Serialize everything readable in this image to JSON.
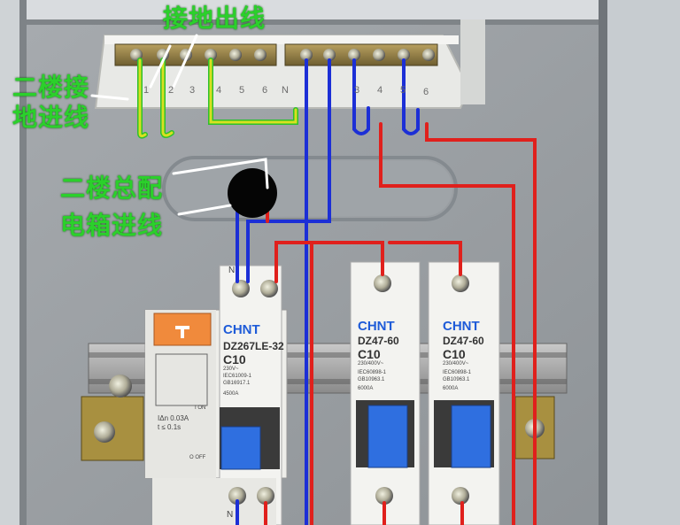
{
  "annotations": {
    "ground_out": "接地出线",
    "second_floor_ground_in_line1": "二楼接",
    "second_floor_ground_in_line2": "地进线",
    "second_floor_panel_in_line1": "二楼总配",
    "second_floor_panel_in_line2": "电箱进线"
  },
  "terminal_bar": {
    "left_numbers": [
      "1",
      "2",
      "3",
      "4",
      "5",
      "6",
      "N"
    ],
    "right_numbers": [
      "3",
      "4",
      "5",
      "6"
    ]
  },
  "breakers": [
    {
      "brand": "CHNT",
      "model": "DZ267LE-32",
      "rating": "C10",
      "specs": [
        "230V~",
        "IEC61009-1",
        "GB16917.1",
        "4500A"
      ],
      "leak_specs": [
        "IΔn 0.03A",
        "t ≤ 0.1s"
      ],
      "switch_text": [
        "I ON",
        "O OFF"
      ],
      "terminal_labels": [
        "N",
        "N"
      ]
    },
    {
      "brand": "CHNT",
      "model": "DZ47-60",
      "rating": "C10",
      "specs": [
        "230/400V~",
        "IEC60898-1",
        "GB10963.1",
        "6000A"
      ]
    },
    {
      "brand": "CHNT",
      "model": "DZ47-60",
      "rating": "C10",
      "specs": [
        "230/400V~",
        "IEC60898-1",
        "GB10963.1",
        "6000A"
      ]
    }
  ],
  "colors": {
    "ground_wire": "#d8e020",
    "ground_wire_alt": "#2dc02d",
    "neutral_wire": "#1c2fd6",
    "live_wire": "#e0201c",
    "label_green": "#2bd02b",
    "breaker_blue": "#2f6fe0",
    "rcd_orange": "#f08a3c"
  }
}
